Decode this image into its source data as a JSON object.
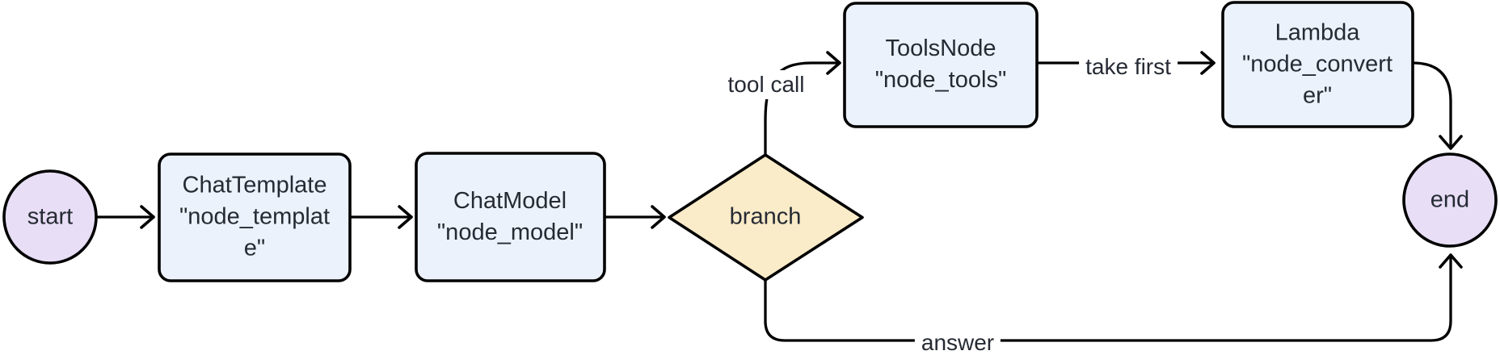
{
  "diagram": {
    "type": "flowchart",
    "direction": "left-to-right",
    "background": "#ffffff",
    "colors": {
      "terminal_fill": "#e8def6",
      "task_fill": "#ecf2fb",
      "decision_fill": "#faebc9",
      "border": "#000000",
      "text": "#252a33"
    },
    "nodes": [
      {
        "id": "start",
        "shape": "circle",
        "label": "start"
      },
      {
        "id": "node_template",
        "shape": "rect",
        "label": "ChatTemplate\n\"node_templat\ne\""
      },
      {
        "id": "node_model",
        "shape": "rect",
        "label": "ChatModel\n\"node_model\""
      },
      {
        "id": "branch",
        "shape": "diamond",
        "label": "branch"
      },
      {
        "id": "node_tools",
        "shape": "rect",
        "label": "ToolsNode\n\"node_tools\""
      },
      {
        "id": "node_converter",
        "shape": "rect",
        "label": "Lambda\n\"node_convert\ner\""
      },
      {
        "id": "end",
        "shape": "circle",
        "label": "end"
      }
    ],
    "edges": [
      {
        "from": "start",
        "to": "node_template",
        "label": ""
      },
      {
        "from": "node_template",
        "to": "node_model",
        "label": ""
      },
      {
        "from": "node_model",
        "to": "branch",
        "label": ""
      },
      {
        "from": "branch",
        "to": "node_tools",
        "label": "tool call"
      },
      {
        "from": "node_tools",
        "to": "node_converter",
        "label": "take first"
      },
      {
        "from": "node_converter",
        "to": "end",
        "label": ""
      },
      {
        "from": "branch",
        "to": "end",
        "label": "answer"
      }
    ]
  }
}
